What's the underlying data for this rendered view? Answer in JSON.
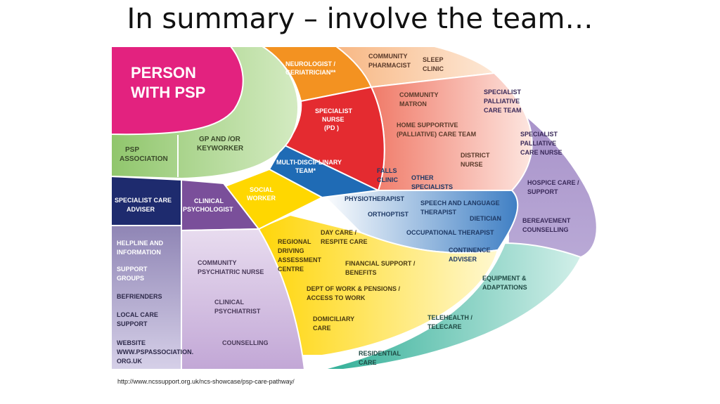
{
  "slide": {
    "title": "In summary – involve the team…",
    "source_link": "http://www.ncssupport.org.uk/ncs-showcase/psp-care-pathway/"
  },
  "diagram": {
    "center_lines": [
      "PERSON",
      "WITH PSP"
    ],
    "psp_association": [
      "PSP",
      "ASSOCIATION"
    ],
    "gp_keyworker": [
      "GP AND /OR",
      "KEYWORKER"
    ],
    "neurologist": [
      "NEUROLOGIST /",
      "GERIATRICIAN**"
    ],
    "community_pharmacist": [
      "COMMUNITY",
      "PHARMACIST"
    ],
    "sleep_clinic": [
      "SLEEP",
      "CLINIC"
    ],
    "specialist_nurse": [
      "SPECIALIST",
      "NURSE",
      "(PD )"
    ],
    "community_matron": [
      "COMMUNITY",
      "MATRON"
    ],
    "home_supportive": [
      "HOME SUPPORTIVE",
      "(PALLIATIVE) CARE TEAM"
    ],
    "district_nurse": [
      "DISTRICT",
      "NURSE"
    ],
    "specialist_palliative_team": [
      "SPECIALIST",
      "PALLIATIVE",
      "CARE TEAM"
    ],
    "specialist_palliative_nurse": [
      "SPECIALIST",
      "PALLIATIVE",
      "CARE NURSE"
    ],
    "hospice_care": [
      "HOSPICE CARE /",
      "SUPPORT"
    ],
    "bereavement": [
      "BEREAVEMENT",
      "COUNSELLING"
    ],
    "mdt": [
      "MULTI-DISCIPLINARY",
      "TEAM*"
    ],
    "falls_clinic": [
      "FALLS",
      "CLINIC"
    ],
    "other_specialists": [
      "OTHER",
      "SPECIALISTS"
    ],
    "physiotherapist": [
      "PHYSIOTHERAPIST"
    ],
    "speech_language": [
      "SPEECH AND LANGUAGE",
      "THERAPIST"
    ],
    "orthoptist": [
      "ORTHOPTIST"
    ],
    "dietician": [
      "DIETICIAN"
    ],
    "occupational_therapist": [
      "OCCUPATIONAL THERAPIST"
    ],
    "continence_adviser": [
      "CONTINENCE",
      "ADVISER"
    ],
    "specialist_care_adviser": [
      "SPECIALIST CARE",
      "ADVISER"
    ],
    "clinical_psychologist": [
      "CLINICAL",
      "PSYCHOLOGIST"
    ],
    "social_worker": [
      "SOCIAL",
      "WORKER"
    ],
    "regional_driving": [
      "REGIONAL",
      "DRIVING",
      "ASSESSMENT",
      "CENTRE"
    ],
    "day_care": [
      "DAY CARE /",
      "RESPITE CARE"
    ],
    "financial_support": [
      "FINANCIAL SUPPORT /",
      "BENEFITS"
    ],
    "dwp": [
      "DEPT OF WORK & PENSIONS /",
      "ACCESS TO WORK"
    ],
    "domiciliary_care": [
      "DOMICILIARY",
      "CARE"
    ],
    "community_psychiatric_nurse": [
      "COMMUNITY",
      "PSYCHIATRIC NURSE"
    ],
    "clinical_psychiatrist": [
      "CLINICAL",
      "PSYCHIATRIST"
    ],
    "counselling": [
      "COUNSELLING"
    ],
    "helpline": [
      "HELPLINE AND",
      "INFORMATION"
    ],
    "support_groups": [
      "SUPPORT",
      "GROUPS"
    ],
    "befrienders": [
      "BEFRIENDERS"
    ],
    "local_care_support": [
      "LOCAL CARE",
      "SUPPORT"
    ],
    "website": [
      "WEBSITE",
      "WWW.PSPASSOCIATION.",
      "ORG.UK"
    ],
    "equipment": [
      "EQUIPMENT &",
      "ADAPTATIONS"
    ],
    "telehealth": [
      "TELEHEALTH /",
      "TELECARE"
    ],
    "residential_care": [
      "RESIDENTIAL",
      "CARE"
    ]
  },
  "colors": {
    "pink": "#e3227f",
    "green": "#8dc63f",
    "orange": "#f39221",
    "peach": "#f6b07c",
    "red": "#e42b30",
    "salmon": "#f08a78",
    "purple": "#9c80bd",
    "blue": "#1f6bb5",
    "lightblue": "#7aa6d6",
    "navy": "#1e2b6e",
    "violet": "#7a4f9a",
    "yellow": "#ffd700",
    "teal": "#3fb6a2",
    "lavender": "#a99dc8"
  }
}
